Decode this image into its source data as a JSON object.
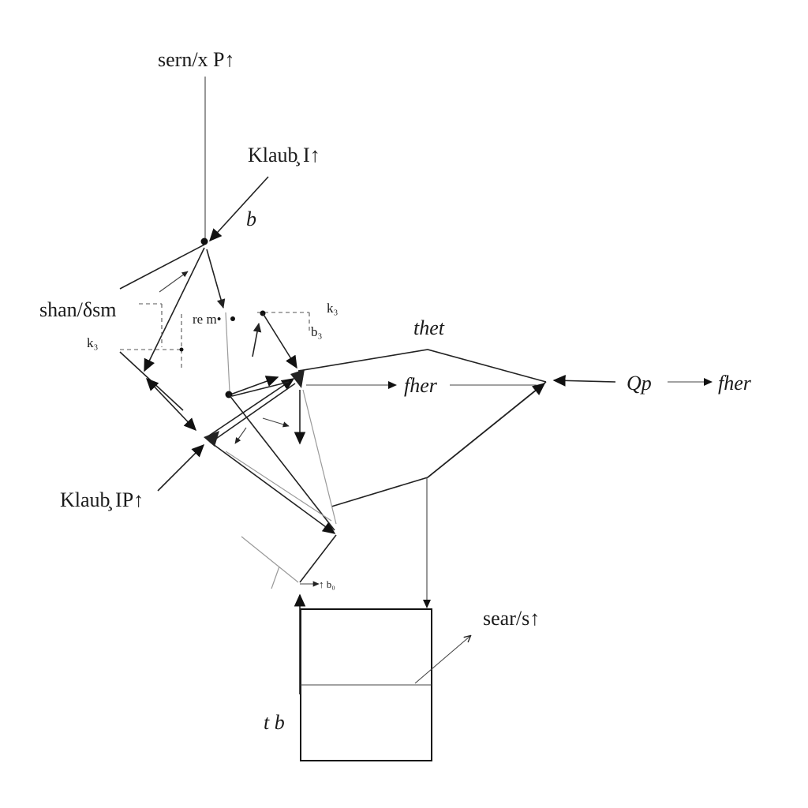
{
  "labels": {
    "top": "sern/x P↑",
    "upper_right": "Klaub̧ I↑",
    "b_small": "b",
    "left": "shan/δsm",
    "k_left": "k₃",
    "re_dot": "re m•",
    "k_mid": "k₃",
    "b_mid": "b₃",
    "top_hex": "thet",
    "center_arrow": "fher",
    "qp": "Qp",
    "right_arrow": "fher",
    "lower_left": "Klaub̧ IP↑",
    "bottom_small": "↑ b₀",
    "search": "sear/s↑",
    "box_label": "t b"
  }
}
